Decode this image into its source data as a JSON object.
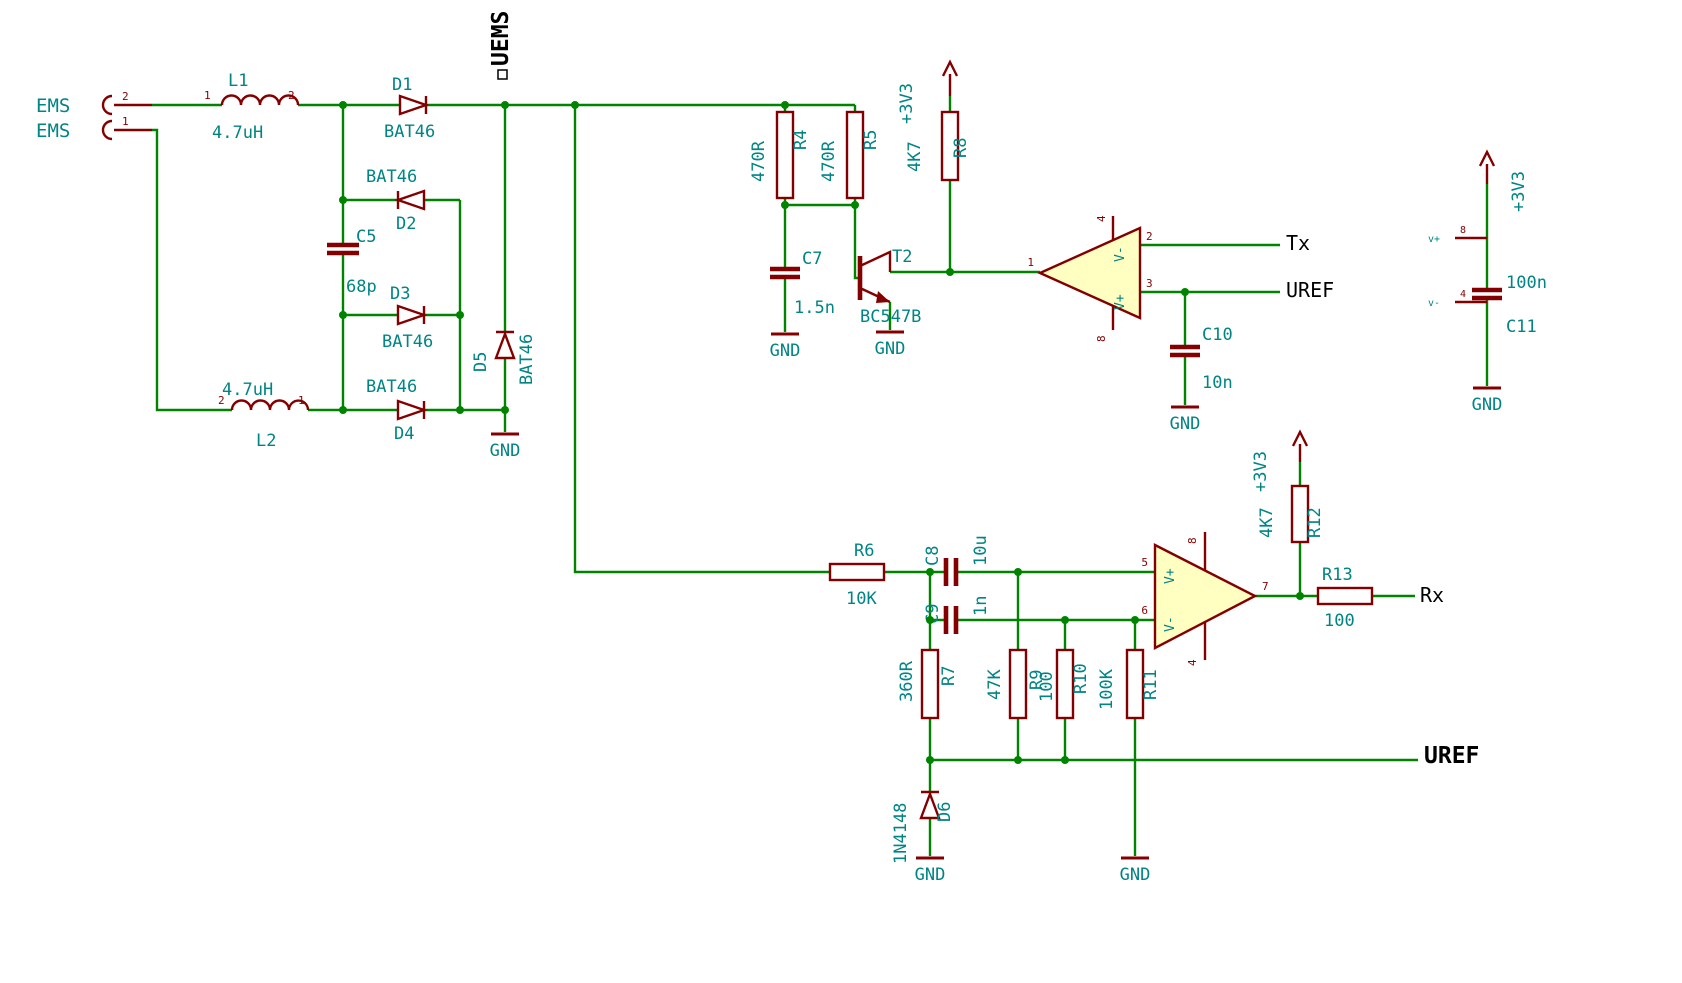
{
  "schematic": {
    "nets": {
      "uems": "UEMS",
      "tx": "Tx",
      "uref": "UREF",
      "rx": "Rx",
      "uref_bus": "UREF"
    },
    "power": {
      "gnd": "GND",
      "rail": "+3V3"
    },
    "connector": {
      "name_top": "EMS",
      "name_bottom": "EMS",
      "pin_top": "2",
      "pin_bottom": "1"
    },
    "L1": {
      "name": "L1",
      "value": "4.7uH",
      "pin_left": "1",
      "pin_right": "2"
    },
    "L2": {
      "name": "L2",
      "value": "4.7uH",
      "pin_left": "2",
      "pin_right": "1"
    },
    "D1": {
      "name": "D1",
      "value": "BAT46"
    },
    "D2": {
      "name": "D2",
      "value": "BAT46"
    },
    "D3": {
      "name": "D3",
      "value": "BAT46"
    },
    "D4": {
      "name": "D4",
      "value": "BAT46"
    },
    "D5": {
      "name": "D5",
      "value": "BAT46"
    },
    "D6": {
      "name": "D6",
      "value": "1N4148"
    },
    "C5": {
      "name": "C5",
      "value": "68p"
    },
    "C7": {
      "name": "C7",
      "value": "1.5n"
    },
    "C8": {
      "name": "C8",
      "value": "10u"
    },
    "C9": {
      "name": "C9",
      "value": "1n"
    },
    "C10": {
      "name": "C10",
      "value": "10n"
    },
    "C11": {
      "name": "C11",
      "value": "100n"
    },
    "R4": {
      "name": "R4",
      "value": "470R"
    },
    "R5": {
      "name": "R5",
      "value": "470R"
    },
    "R6": {
      "name": "R6",
      "value": "10K"
    },
    "R7": {
      "name": "R7",
      "value": "360R"
    },
    "R8": {
      "name": "R8",
      "value": "4K7"
    },
    "R9": {
      "name": "R9",
      "value": "47K"
    },
    "R10": {
      "name": "R10",
      "value": "100"
    },
    "R11": {
      "name": "R11",
      "value": "100K"
    },
    "R12": {
      "name": "R12",
      "value": "4K7"
    },
    "R13": {
      "name": "R13",
      "value": "100"
    },
    "T2": {
      "name": "T2",
      "value": "BC547B"
    },
    "opamp_a": {
      "pin_out": "1",
      "pin_top": "2",
      "pin_bottom": "3",
      "pwr_top": "4",
      "pwr_bottom": "8",
      "vplus": "V+",
      "vminus": "V-"
    },
    "opamp_b": {
      "pin_top": "5",
      "pin_bottom": "6",
      "pin_out": "7",
      "pwr_top": "8",
      "pwr_bottom": "4",
      "vplus": "V+",
      "vminus": "V-"
    },
    "power_unit": {
      "vplus_name": "v+",
      "vplus_pin": "8",
      "vminus_name": "v-",
      "vminus_pin": "4"
    },
    "colors": {
      "wire": "#008400",
      "component": "#840000",
      "label": "#008484",
      "junction": "#008400",
      "opamp_fill": "#ffffc2",
      "net_label": "#000000",
      "background": "#ffffff"
    }
  }
}
